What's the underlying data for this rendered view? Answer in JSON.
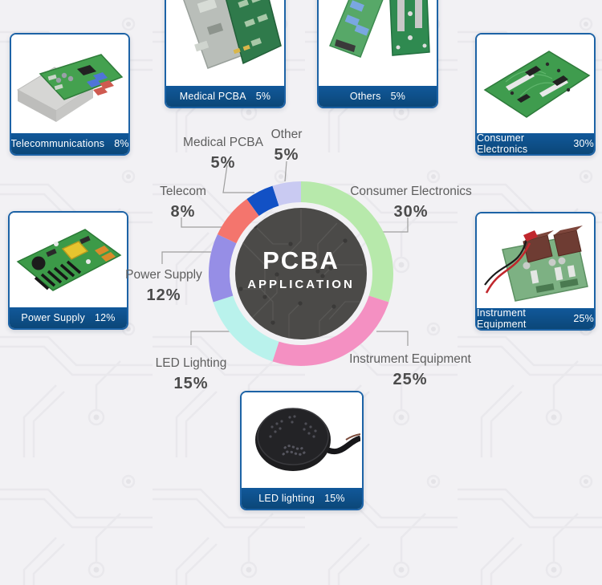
{
  "center": {
    "title": "PCBA",
    "subtitle": "APPLICATION"
  },
  "chart_data": {
    "type": "pie",
    "style": "donut",
    "title": "PCBA APPLICATION",
    "start_angle_deg": 0,
    "direction": "clockwise",
    "legend_position": "callouts-around",
    "segments": [
      {
        "label": "Consumer Electronics",
        "value": 30,
        "unit": "%",
        "color": "#b7e9ab"
      },
      {
        "label": "Instrument Equipment",
        "value": 25,
        "unit": "%",
        "color": "#f490c2"
      },
      {
        "label": "LED Lighting",
        "value": 15,
        "unit": "%",
        "color": "#b9f2ec"
      },
      {
        "label": "Power Supply",
        "value": 12,
        "unit": "%",
        "color": "#968ee6"
      },
      {
        "label": "Telecom",
        "value": 8,
        "unit": "%",
        "color": "#f4756d"
      },
      {
        "label": "Medical PCBA",
        "value": 5,
        "unit": "%",
        "color": "#1251c5"
      },
      {
        "label": "Other",
        "value": 5,
        "unit": "%",
        "color": "#c9caf2"
      }
    ]
  },
  "callouts": {
    "medical": {
      "label": "Medical PCBA",
      "pct": "5%"
    },
    "other": {
      "label": "Other",
      "pct": "5%"
    },
    "telecom": {
      "label": "Telecom",
      "pct": "8%"
    },
    "consumer": {
      "label": "Consumer Electronics",
      "pct": "30%"
    },
    "power": {
      "label": "Power Supply",
      "pct": "12%"
    },
    "led": {
      "label": "LED Lighting",
      "pct": "15%"
    },
    "instrument": {
      "label": "Instrument Equipment",
      "pct": "25%"
    }
  },
  "cards": {
    "telecommunications": {
      "caption": "Telecommunications",
      "pct": "8%"
    },
    "medical": {
      "caption": "Medical PCBA",
      "pct": "5%"
    },
    "others": {
      "caption": "Others",
      "pct": "5%"
    },
    "consumer": {
      "caption": "Consumer Electronics",
      "pct": "30%"
    },
    "power": {
      "caption": "Power Supply",
      "pct": "12%"
    },
    "instrument": {
      "caption": "Instrument Equipment",
      "pct": "25%"
    },
    "led": {
      "caption": "LED lighting",
      "pct": "15%"
    }
  },
  "colors": {
    "background": "#f2f1f4",
    "caption_bar": "#0d4e86",
    "card_border": "#1d63a6",
    "center_circle": "#4b4a48",
    "leader_line": "#9e9e9e"
  }
}
